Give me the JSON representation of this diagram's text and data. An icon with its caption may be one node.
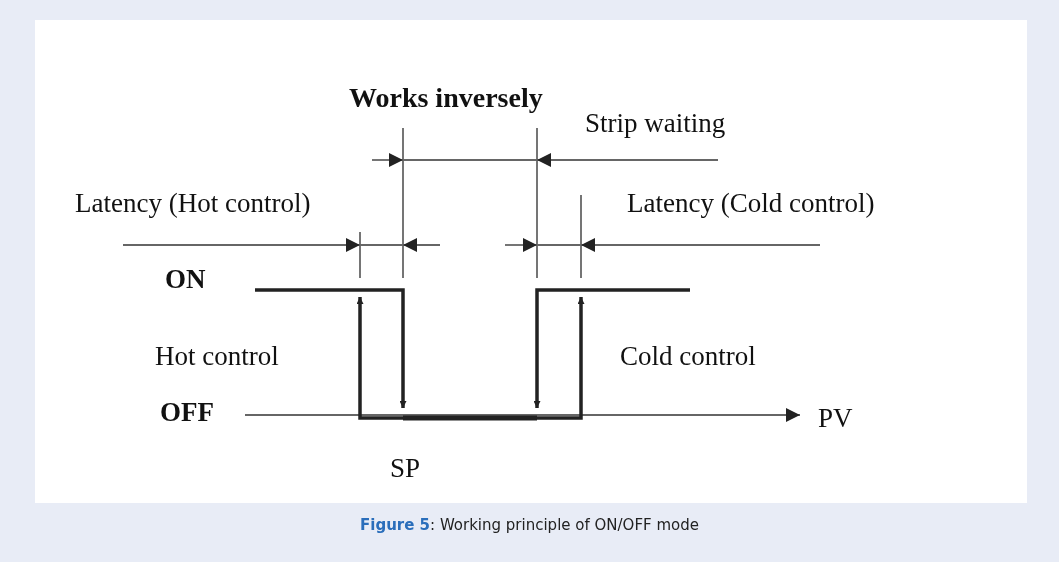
{
  "diagram": {
    "title": "Works inversely",
    "caption": "**Figure 5**: Working principle of ON/OFF mode",
    "labels": [
      "Strip waiting",
      "Latency (Hot control)",
      "Latency (Cold control)",
      "ON",
      "Hot control",
      "Cold control",
      "OFF",
      "PV",
      "SP"
    ]
  }
}
